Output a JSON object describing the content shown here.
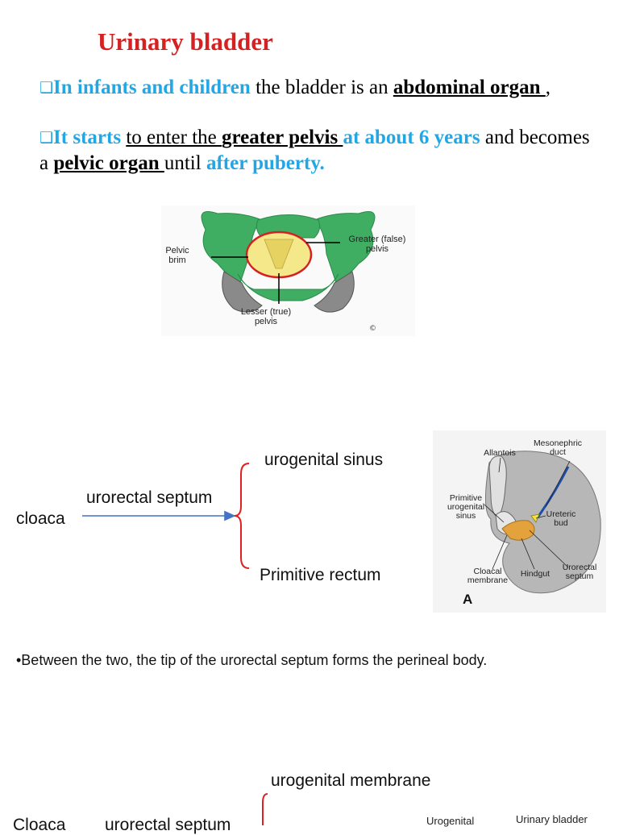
{
  "title": "Urinary bladder",
  "bullet_glyph": "❑",
  "para1": {
    "lead": "In infants and children",
    "t1": " the bladder is an ",
    "strong": "abdominal organ ",
    "t2": ","
  },
  "para2": {
    "lead": "It starts",
    "t1": " ",
    "u1": "to enter the ",
    "strong": "greater pelvis ",
    "blue1": "at about 6 years",
    "t2": " and becomes a ",
    "strong2": "pelvic organ ",
    "t3": "until ",
    "blue2": "after puberty."
  },
  "pelvis_diagram": {
    "label_pelvic_brim": "Pelvic\nbrim",
    "label_greater": "Greater (false)\npelvis",
    "label_lesser": "Lesser (true)\npelvis",
    "copyright": "©",
    "bone_color": "#3fae62",
    "inlet_color": "#f5e88a",
    "rim_color": "#d42222"
  },
  "cloaca_diagram": {
    "label_cloaca": "cloaca",
    "label_arrow": "urorectal septum",
    "label_top": "urogenital sinus",
    "label_bottom": "Primitive rectum",
    "arrow_color": "#4472c4",
    "brace_color": "#e02020"
  },
  "embryo_figure": {
    "label_allantois": "Allantois",
    "label_mesonephric": "Mesonephric\nduct",
    "label_primitive": "Primitive\nurogenital\nsinus",
    "label_ureteric": "Ureteric\nbud",
    "label_cloacal": "Cloacal\nmembrane",
    "label_hindgut": "Hindgut",
    "label_urorectal": "Urorectal\nseptum",
    "figure_letter": "A"
  },
  "note": "•Between the two, the tip of the urorectal septum forms the perineal body.",
  "bottom_diagram": {
    "label_top": "urogenital membrane",
    "label_left": "Cloaca",
    "label_arrow": "urorectal septum",
    "label_urogenital": "Urogenital",
    "label_bladder": "Urinary bladder"
  }
}
